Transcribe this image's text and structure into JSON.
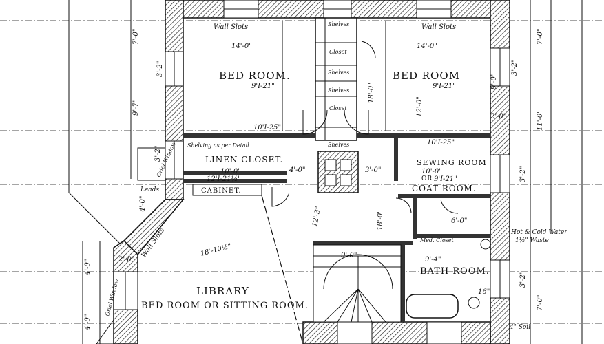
{
  "rooms": {
    "bed_room_left": "BED ROOM.",
    "bed_room_right": "BED ROOM",
    "linen_closet": "LINEN CLOSET.",
    "sewing_room": "SEWING ROOM",
    "coat_room": "COAT ROOM.",
    "coat_or": "OR",
    "cabinet": "CABINET.",
    "library": "LIBRARY",
    "library_sub": "BED ROOM OR SITTING ROOM.",
    "bath_room": "BATH ROOM."
  },
  "labels": {
    "wall_slots_left": "Wall Slots",
    "wall_slots_right": "Wall Slots",
    "wall_slots_diag": "Wall Slots",
    "shelves_top": "Shelves",
    "closet_top": "Closet",
    "shelves_mid": "Shelves",
    "shelves_mid2": "Shelves",
    "closet_mid": "Closet",
    "shelves_low": "Shelves",
    "shelving_detail": "Shelving as per Detail",
    "oriel_window_upper": "Oriel Window",
    "oriel_window_lower": "Oriel Window",
    "med_closet": "Med. Closet",
    "hot_cold_water": "Hot & Cold Water",
    "waste": "1½\" Waste",
    "soil": "4\" Soil",
    "leads": "Leads"
  },
  "dimensions": {
    "d_14_0_left": "14'-0\"",
    "d_14_0_right": "14'-0\"",
    "d_9_i_21_left": "9'I-21\"",
    "d_9_i_21_right": "9'I-21\"",
    "d_10_i_25_left": "10'I-25\"",
    "d_10_i_25_right": "10'I-25\"",
    "d_10_0_linen": "10'-0\"",
    "d_12_i_21": "12'I-21½\"",
    "d_4_0_mid": "4'-0\"",
    "d_3_0_mid": "3'-0\"",
    "d_10_0_sewing": "10'-0\"",
    "d_9_i_21_sewing": "9'I-21\"",
    "d_6_0": "6'-0\"",
    "d_9_4": "9'-4\"",
    "d_9_0": "9'-0\"",
    "d_18_10": "18'-10½\"",
    "d_18_0": "18'-0\"",
    "d_7_0_top_left": "7'-0\"",
    "d_7_0_top_right": "7'-0\"",
    "d_9_7": "9'-7\"",
    "d_11_0": "11'-0\"",
    "d_7_0_bottom": "7'-0\"",
    "d_3_2_a": "3'-2\"",
    "d_3_2_b": "3'-2\"",
    "d_3_2_c": "3'-2\"",
    "d_3_2_d": "3'-2\"",
    "d_3_2_e": "3'-2\"",
    "d_4_0_left": "4'-0\"",
    "d_4_9": "4'-9\"",
    "d_2_0_a": "2'-0\"",
    "d_2_0_b": "2'-0\"",
    "d_12_0": "12'-0\"",
    "d_18_0_vert": "18'-0\"",
    "d_9_0_vert": "9'-0\"",
    "d_12_3": "12'-3\"",
    "d_16": "16\"",
    "d_4_9_b": "4'-9\""
  }
}
